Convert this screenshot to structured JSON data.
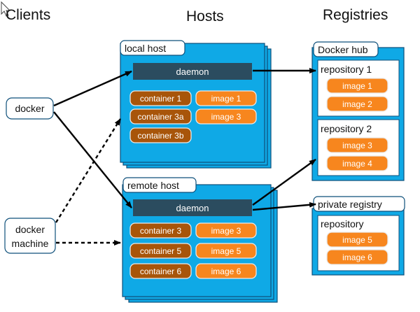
{
  "headings": {
    "clients": "Clients",
    "hosts": "Hosts",
    "registries": "Registries"
  },
  "clients": {
    "docker": "docker",
    "docker_machine": [
      "docker",
      "machine"
    ]
  },
  "local_host": {
    "label": "local host",
    "daemon": "daemon",
    "containers": [
      "container 1",
      "container 3a",
      "container 3b"
    ],
    "images": [
      "image 1",
      "image 3"
    ]
  },
  "remote_host": {
    "label": "remote host",
    "daemon": "daemon",
    "containers": [
      "container 3",
      "container 5",
      "container 6"
    ],
    "images": [
      "image 3",
      "image 5",
      "image 6"
    ]
  },
  "docker_hub": {
    "label": "Docker hub",
    "repositories": [
      {
        "label": "repository 1",
        "images": [
          "image 1",
          "image 2"
        ]
      },
      {
        "label": "repository 2",
        "images": [
          "image 3",
          "image 4"
        ]
      }
    ]
  },
  "private_registry": {
    "label": "private registry",
    "repository": {
      "label": "repository",
      "images": [
        "image 5",
        "image 6"
      ]
    }
  },
  "colors": {
    "host_blue": "#0fa9e6",
    "host_border": "#0d4f7a",
    "daemon": "#2b4c5f",
    "container": "#a8550a",
    "image": "#f7861e",
    "tag_border": "#e9e9e9"
  }
}
